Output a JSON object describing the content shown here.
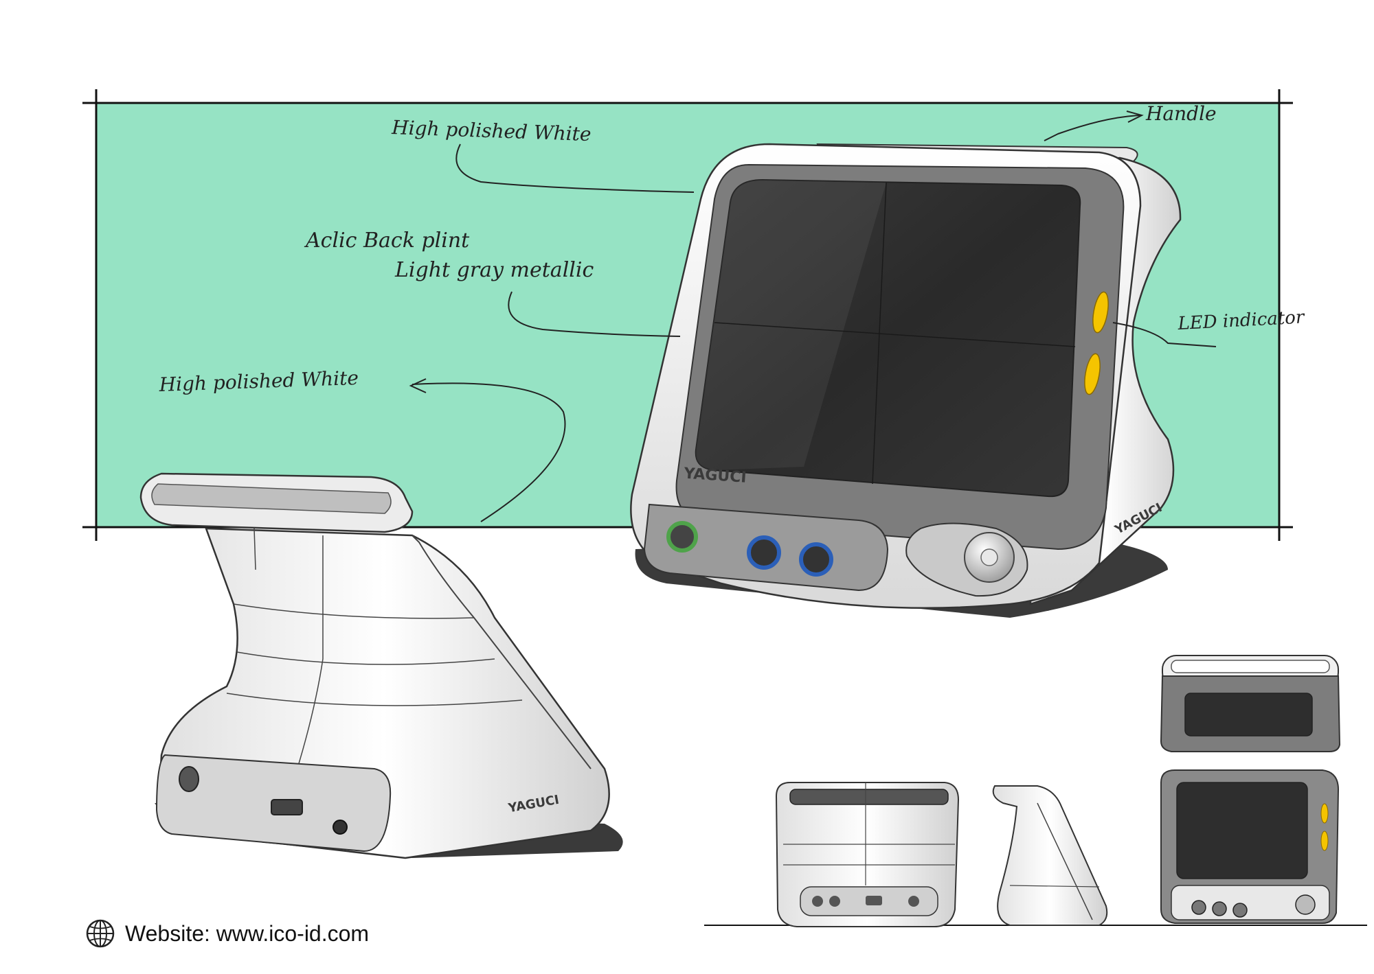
{
  "annotations": {
    "top_white": "High polished White",
    "handle": "Handle",
    "back_paint_1": "Aclic Back plint",
    "back_paint_2": "Light gray metallic",
    "led": "LED indicator",
    "left_white": "High polished White"
  },
  "brand": {
    "logo_text": "YAGUCI"
  },
  "footer": {
    "website": "Website: www.ico-id.com"
  },
  "colors": {
    "backdrop": "#96e3c4",
    "screen": "#2e2e2e",
    "bezel": "#7d7d7d",
    "body": "#f2f2f2",
    "led": "#f5c400",
    "port_green": "#4fa34a",
    "port_blue": "#2b5fb8"
  },
  "icons": {
    "footer_icon": "globe-icon"
  }
}
